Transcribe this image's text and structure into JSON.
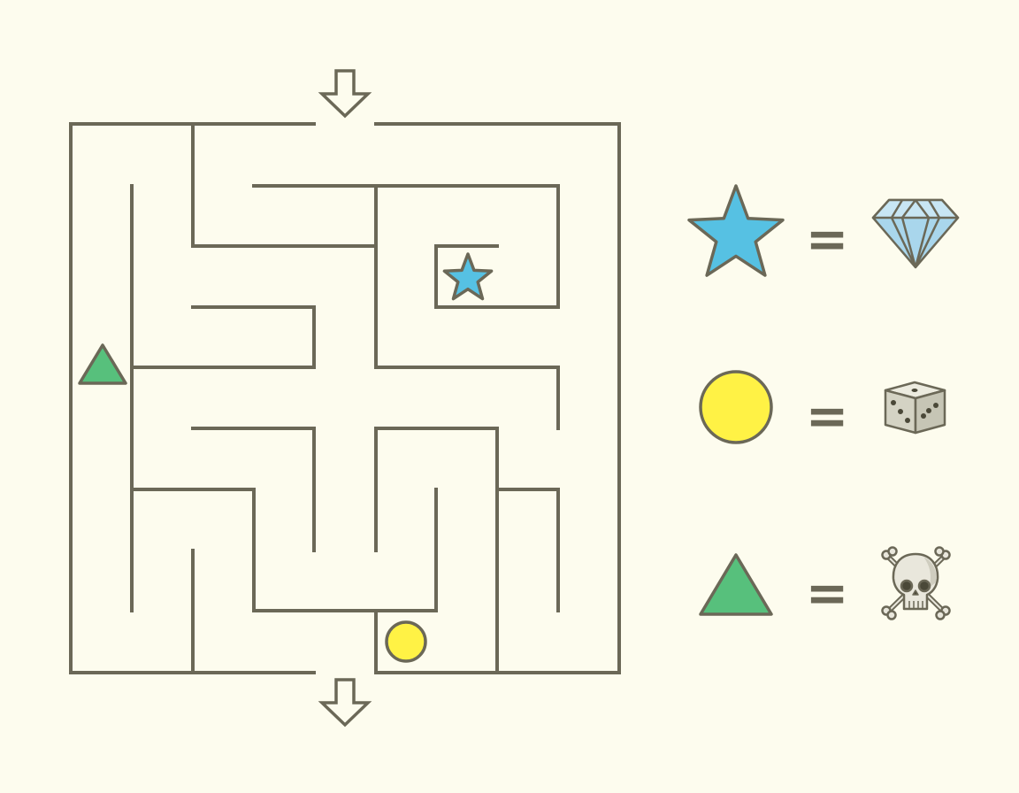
{
  "colors": {
    "background": "#fdfcee",
    "wall": "#6b6857",
    "star": "#56c1e3",
    "circle": "#fff245",
    "triangle": "#57c07c",
    "diamond": "#a9d6ec",
    "dice": "#dcdccd",
    "skull": "#e9e7dc"
  },
  "maze": {
    "entrance_icon": "arrow-down-icon",
    "exit_icon": "arrow-down-icon",
    "items": [
      {
        "name": "star-token",
        "icon": "star-icon"
      },
      {
        "name": "circle-token",
        "icon": "circle-icon"
      },
      {
        "name": "triangle-token",
        "icon": "triangle-icon"
      }
    ]
  },
  "legend": [
    {
      "shape": "star-icon",
      "equals": "=",
      "reward": "diamond-icon"
    },
    {
      "shape": "circle-icon",
      "equals": "=",
      "reward": "dice-icon"
    },
    {
      "shape": "triangle-icon",
      "equals": "=",
      "reward": "skull-crossbones-icon"
    }
  ]
}
